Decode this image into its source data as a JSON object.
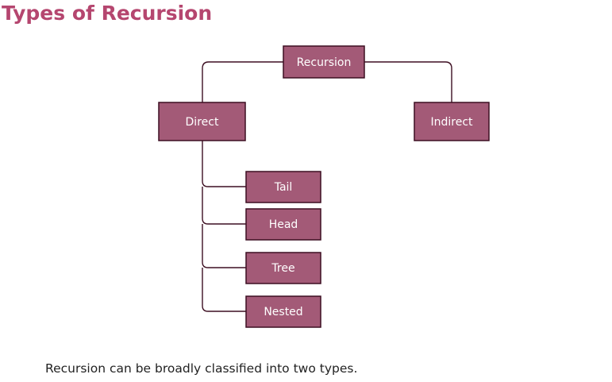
{
  "page": {
    "title": "Types of Recursion",
    "caption": "Recursion can be broadly classified into two types."
  },
  "diagram": {
    "nodes": [
      {
        "id": "recursion",
        "label": "Recursion"
      },
      {
        "id": "direct",
        "label": "Direct"
      },
      {
        "id": "indirect",
        "label": "Indirect"
      },
      {
        "id": "tail",
        "label": "Tail"
      },
      {
        "id": "head",
        "label": "Head"
      },
      {
        "id": "tree",
        "label": "Tree"
      },
      {
        "id": "nested",
        "label": "Nested"
      }
    ],
    "edges": [
      {
        "from": "recursion",
        "to": "direct"
      },
      {
        "from": "recursion",
        "to": "indirect"
      },
      {
        "from": "direct",
        "to": "tail"
      },
      {
        "from": "direct",
        "to": "head"
      },
      {
        "from": "direct",
        "to": "tree"
      },
      {
        "from": "direct",
        "to": "nested"
      }
    ],
    "colors": {
      "title": "#b5466f",
      "node_fill": "#a35a77",
      "node_border": "#3d0f22",
      "node_text": "#ffffff",
      "edge": "#3d0f22"
    }
  }
}
